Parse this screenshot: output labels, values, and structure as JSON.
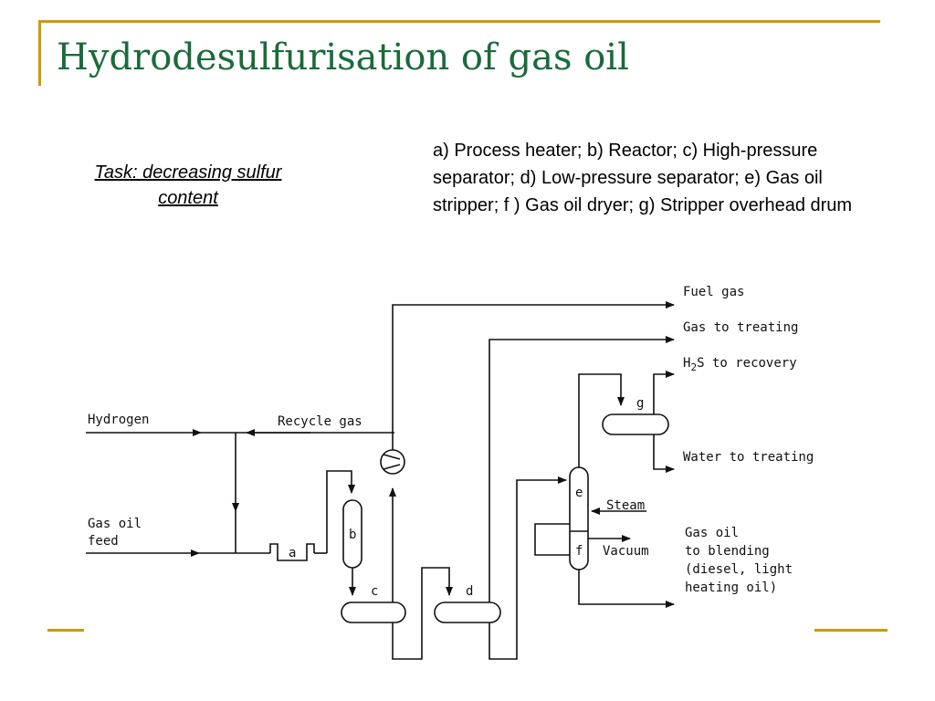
{
  "slide": {
    "title": "Hydrodesulfurisation of gas oil",
    "task": "Task: decreasing sulfur content",
    "legend": "a) Process heater; b) Reactor; c) High-pressure separator; d) Low-pressure separator; e) Gas oil stripper; f ) Gas oil dryer; g) Stripper overhead drum"
  },
  "diagram": {
    "units": {
      "a": "a",
      "b": "b",
      "c": "c",
      "d": "d",
      "e": "e",
      "f": "f",
      "g": "g"
    },
    "streams": {
      "fuel_gas": "Fuel gas",
      "gas_to_treating": "Gas to treating",
      "h2s_prefix": "H",
      "h2s_sub": "2",
      "h2s_suffix": "S to recovery",
      "hydrogen": "Hydrogen",
      "recycle_gas": "Recycle gas",
      "gas_oil_feed_1": "Gas oil",
      "gas_oil_feed_2": "feed",
      "water_to_treating": "Water to treating",
      "steam": "Steam",
      "vacuum": "Vacuum",
      "gas_oil_out_1": "Gas oil",
      "gas_oil_out_2": "to blending",
      "gas_oil_out_3": "(diesel, light",
      "gas_oil_out_4": "heating oil)"
    }
  }
}
